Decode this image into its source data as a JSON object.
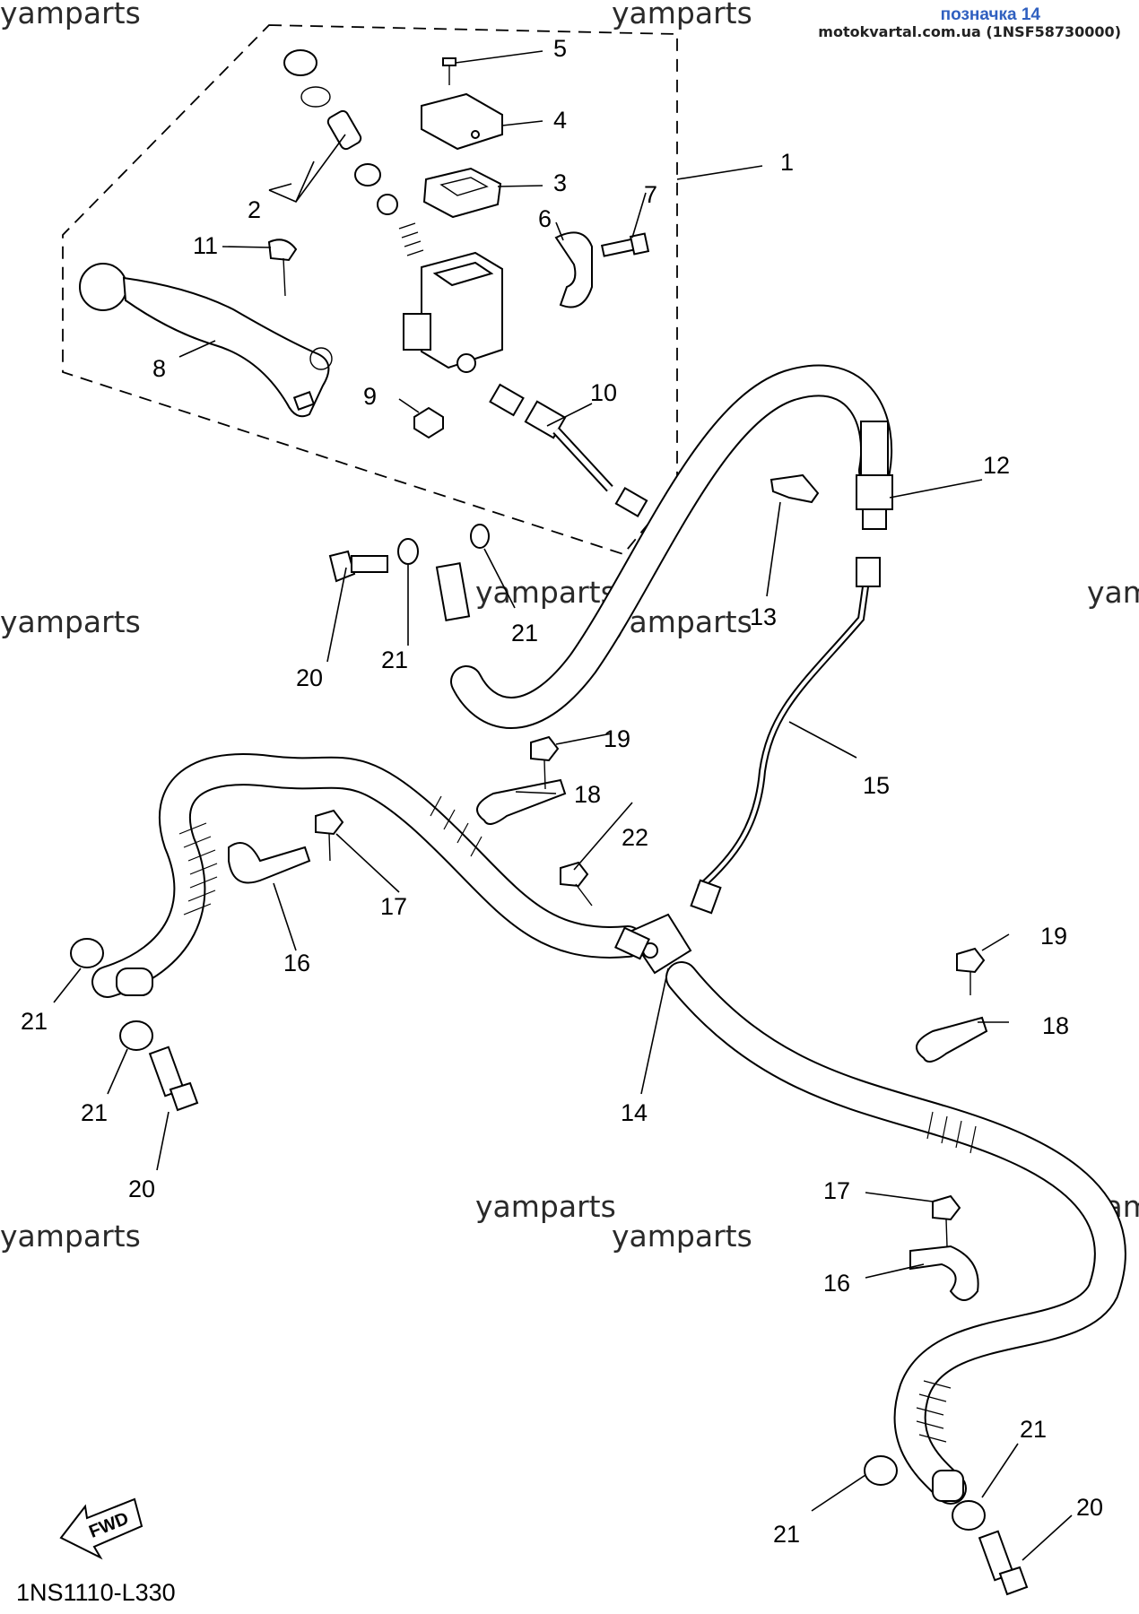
{
  "header": {
    "label": "позначка 14",
    "source": "motokvartal.com.ua (1NSF58730000)"
  },
  "watermark": "yamparts",
  "diagram_code": "1NS1110-L330",
  "fwd_label": "FWD",
  "callouts": [
    "1",
    "2",
    "3",
    "4",
    "5",
    "6",
    "7",
    "8",
    "9",
    "10",
    "11",
    "12",
    "13",
    "14",
    "15",
    "16",
    "16",
    "17",
    "17",
    "18",
    "18",
    "19",
    "19",
    "20",
    "20",
    "20",
    "21",
    "21",
    "21",
    "21",
    "21",
    "21",
    "21",
    "22"
  ],
  "colors": {
    "header_label": "#3060c0",
    "line": "#000000"
  }
}
